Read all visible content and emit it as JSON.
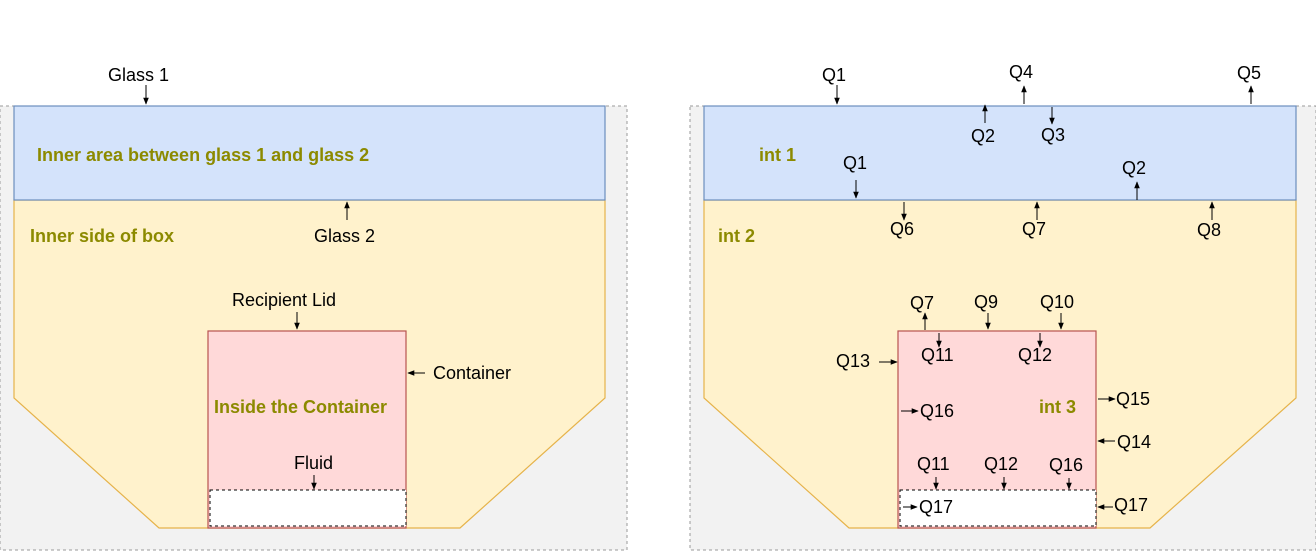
{
  "colors": {
    "outer_fill": "#f2f2f2",
    "outer_stroke": "#999999",
    "glass_fill": "#d4e3fb",
    "glass_stroke": "#6c8ebf",
    "box_fill": "#fff2cc",
    "box_stroke": "#e6b34a",
    "container_fill": "#ffd9d9",
    "container_stroke": "#b85450",
    "fluid_fill": "#ffffff",
    "label_accent": "#8c8a00"
  },
  "left_diagram": {
    "glass_area_label": "Inner area between glass 1 and glass 2",
    "box_label": "Inner side of box",
    "container_area_label": "Inside the Container",
    "glass1": "Glass 1",
    "glass2": "Glass 2",
    "recipient_lid": "Recipient Lid",
    "container": "Container",
    "fluid": "Fluid"
  },
  "right_diagram": {
    "zone1": "int 1",
    "zone2": "int 2",
    "zone3": "int 3",
    "q1_top": "Q1",
    "q2_top": "Q2",
    "q3": "Q3",
    "q4": "Q4",
    "q5": "Q5",
    "q1_inner": "Q1",
    "q2_inner": "Q2",
    "q6": "Q6",
    "q7_glass": "Q7",
    "q8": "Q8",
    "q7_lid": "Q7",
    "q9": "Q9",
    "q10": "Q10",
    "q11_lid": "Q11",
    "q12_lid": "Q12",
    "q13": "Q13",
    "q16_left": "Q16",
    "q15": "Q15",
    "q14": "Q14",
    "q11_fluid": "Q11",
    "q12_fluid": "Q12",
    "q16_fluid": "Q16",
    "q17_inner": "Q17",
    "q17_outer": "Q17"
  }
}
